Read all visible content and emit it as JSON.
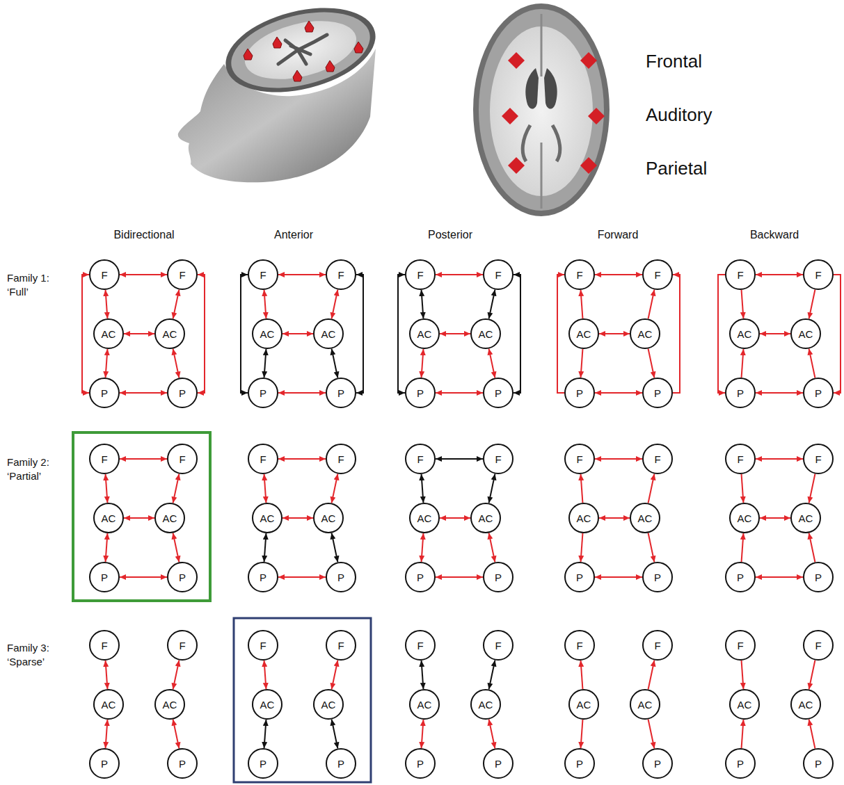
{
  "diagram": {
    "nodes": [
      {
        "text": [
          "F"
        ]
      },
      {
        "text": [
          "F"
        ]
      },
      {
        "text": [
          "AC"
        ]
      },
      {
        "text": [
          "AC"
        ]
      },
      {
        "text": [
          "P"
        ]
      },
      {
        "text": [
          "P"
        ]
      },
      {
        "text": [
          "F"
        ]
      },
      {
        "text": [
          "F"
        ]
      },
      {
        "text": [
          "AC"
        ]
      },
      {
        "text": [
          "AC"
        ]
      },
      {
        "text": [
          "P"
        ]
      },
      {
        "text": [
          "P"
        ]
      },
      {
        "text": [
          "F"
        ]
      },
      {
        "text": [
          "F"
        ]
      },
      {
        "text": [
          "AC"
        ]
      },
      {
        "text": [
          "AC"
        ]
      },
      {
        "text": [
          "P"
        ]
      },
      {
        "text": [
          "P"
        ]
      },
      {
        "text": [
          "F"
        ]
      },
      {
        "text": [
          "F"
        ]
      },
      {
        "text": [
          "AC"
        ]
      },
      {
        "text": [
          "AC"
        ]
      },
      {
        "text": [
          "P"
        ]
      },
      {
        "text": [
          "P"
        ]
      },
      {
        "text": [
          "F"
        ]
      },
      {
        "text": [
          "F"
        ]
      },
      {
        "text": [
          "AC"
        ]
      },
      {
        "text": [
          "AC"
        ]
      },
      {
        "text": [
          "P"
        ]
      },
      {
        "text": [
          "P"
        ]
      },
      {
        "text": [
          "F"
        ]
      },
      {
        "text": [
          "F"
        ]
      },
      {
        "text": [
          "AC"
        ]
      },
      {
        "text": [
          "AC"
        ]
      },
      {
        "text": [
          "P"
        ]
      },
      {
        "text": [
          "P"
        ]
      },
      {
        "text": [
          "F"
        ]
      },
      {
        "text": [
          "F"
        ]
      },
      {
        "text": [
          "AC"
        ]
      },
      {
        "text": [
          "AC"
        ]
      },
      {
        "text": [
          "P"
        ]
      },
      {
        "text": [
          "P"
        ]
      },
      {
        "text": [
          "F"
        ]
      },
      {
        "text": [
          "F"
        ]
      },
      {
        "text": [
          "AC"
        ]
      },
      {
        "text": [
          "AC"
        ]
      },
      {
        "text": [
          "P"
        ]
      },
      {
        "text": [
          "P"
        ]
      },
      {
        "text": [
          "F"
        ]
      },
      {
        "text": [
          "F"
        ]
      },
      {
        "text": [
          "AC"
        ]
      },
      {
        "text": [
          "AC"
        ]
      },
      {
        "text": [
          "P"
        ]
      },
      {
        "text": [
          "P"
        ]
      },
      {
        "text": [
          "F"
        ]
      },
      {
        "text": [
          "F"
        ]
      },
      {
        "text": [
          "AC"
        ]
      },
      {
        "text": [
          "AC"
        ]
      },
      {
        "text": [
          "P"
        ]
      },
      {
        "text": [
          "P"
        ]
      },
      {
        "text": [
          "F"
        ]
      },
      {
        "text": [
          "F"
        ]
      },
      {
        "text": [
          "AC"
        ]
      },
      {
        "text": [
          "AC"
        ]
      },
      {
        "text": [
          "P"
        ]
      },
      {
        "text": [
          "P"
        ]
      },
      {
        "text": [
          "F"
        ]
      },
      {
        "text": [
          "F"
        ]
      },
      {
        "text": [
          "AC"
        ]
      },
      {
        "text": [
          "AC"
        ]
      },
      {
        "text": [
          "P"
        ]
      },
      {
        "text": [
          "P"
        ]
      },
      {
        "text": [
          "F"
        ]
      },
      {
        "text": [
          "F"
        ]
      },
      {
        "text": [
          "AC"
        ]
      },
      {
        "text": [
          "AC"
        ]
      },
      {
        "text": [
          "P"
        ]
      },
      {
        "text": [
          "P"
        ]
      },
      {
        "text": [
          "F"
        ]
      },
      {
        "text": [
          "F"
        ]
      },
      {
        "text": [
          "AC"
        ]
      },
      {
        "text": [
          "AC"
        ]
      },
      {
        "text": [
          "P"
        ]
      },
      {
        "text": [
          "P"
        ]
      },
      {
        "text": [
          "F"
        ]
      },
      {
        "text": [
          "F"
        ]
      },
      {
        "text": [
          "AC"
        ]
      },
      {
        "text": [
          "AC"
        ]
      },
      {
        "text": [
          "P"
        ]
      },
      {
        "text": [
          "P"
        ]
      }
    ],
    "edges": [
      {
        "from": 0,
        "to": 1,
        "arrow": "both"
      },
      {
        "from": 0,
        "to": 2,
        "arrow": "both"
      },
      {
        "from": 1,
        "to": 3,
        "arrow": "both"
      },
      {
        "from": 2,
        "to": 3,
        "arrow": "both"
      },
      {
        "from": 2,
        "to": 4,
        "arrow": "both"
      },
      {
        "from": 3,
        "to": 5,
        "arrow": "both"
      },
      {
        "from": 4,
        "to": 5,
        "arrow": "both"
      },
      {
        "from": 0,
        "to": 4,
        "arrow": "both"
      },
      {
        "from": 1,
        "to": 5,
        "arrow": "both"
      },
      {
        "from": 6,
        "to": 7,
        "arrow": "both"
      },
      {
        "from": 6,
        "to": 8,
        "arrow": "both"
      },
      {
        "from": 7,
        "to": 9,
        "arrow": "both"
      },
      {
        "from": 8,
        "to": 9,
        "arrow": "both"
      },
      {
        "from": 8,
        "to": 10,
        "arrow": "both"
      },
      {
        "from": 9,
        "to": 11,
        "arrow": "both"
      },
      {
        "from": 10,
        "to": 11,
        "arrow": "both"
      },
      {
        "from": 6,
        "to": 10,
        "arrow": "both"
      },
      {
        "from": 7,
        "to": 11,
        "arrow": "both"
      },
      {
        "from": 12,
        "to": 13,
        "arrow": "both"
      },
      {
        "from": 12,
        "to": 14,
        "arrow": "both"
      },
      {
        "from": 13,
        "to": 15,
        "arrow": "both"
      },
      {
        "from": 14,
        "to": 15,
        "arrow": "both"
      },
      {
        "from": 14,
        "to": 16,
        "arrow": "both"
      },
      {
        "from": 15,
        "to": 17,
        "arrow": "both"
      },
      {
        "from": 16,
        "to": 17,
        "arrow": "both"
      },
      {
        "from": 12,
        "to": 16,
        "arrow": "both"
      },
      {
        "from": 13,
        "to": 17,
        "arrow": "both"
      },
      {
        "from": 18,
        "to": 19,
        "arrow": "both"
      },
      {
        "from": 20,
        "to": 18,
        "arrow": "to"
      },
      {
        "from": 21,
        "to": 19,
        "arrow": "to"
      },
      {
        "from": 20,
        "to": 21,
        "arrow": "both"
      },
      {
        "from": 20,
        "to": 22,
        "arrow": "to"
      },
      {
        "from": 21,
        "to": 23,
        "arrow": "to"
      },
      {
        "from": 22,
        "to": 23,
        "arrow": "both"
      },
      {
        "from": 22,
        "to": 18,
        "arrow": "to"
      },
      {
        "from": 23,
        "to": 19,
        "arrow": "to"
      },
      {
        "from": 24,
        "to": 25,
        "arrow": "both"
      },
      {
        "from": 24,
        "to": 26,
        "arrow": "to"
      },
      {
        "from": 25,
        "to": 27,
        "arrow": "to"
      },
      {
        "from": 26,
        "to": 27,
        "arrow": "both"
      },
      {
        "from": 28,
        "to": 26,
        "arrow": "to"
      },
      {
        "from": 29,
        "to": 27,
        "arrow": "to"
      },
      {
        "from": 28,
        "to": 29,
        "arrow": "both"
      },
      {
        "from": 24,
        "to": 28,
        "arrow": "to"
      },
      {
        "from": 25,
        "to": 29,
        "arrow": "to"
      },
      {
        "from": 30,
        "to": 31,
        "arrow": "both"
      },
      {
        "from": 30,
        "to": 32,
        "arrow": "both"
      },
      {
        "from": 31,
        "to": 33,
        "arrow": "both"
      },
      {
        "from": 32,
        "to": 33,
        "arrow": "both"
      },
      {
        "from": 32,
        "to": 34,
        "arrow": "both"
      },
      {
        "from": 33,
        "to": 35,
        "arrow": "both"
      },
      {
        "from": 34,
        "to": 35,
        "arrow": "both"
      },
      {
        "from": 36,
        "to": 37,
        "arrow": "both"
      },
      {
        "from": 36,
        "to": 38,
        "arrow": "both"
      },
      {
        "from": 37,
        "to": 39,
        "arrow": "both"
      },
      {
        "from": 38,
        "to": 39,
        "arrow": "both"
      },
      {
        "from": 38,
        "to": 40,
        "arrow": "both"
      },
      {
        "from": 39,
        "to": 41,
        "arrow": "both"
      },
      {
        "from": 40,
        "to": 41,
        "arrow": "both"
      },
      {
        "from": 42,
        "to": 43,
        "arrow": "both"
      },
      {
        "from": 42,
        "to": 44,
        "arrow": "both"
      },
      {
        "from": 43,
        "to": 45,
        "arrow": "both"
      },
      {
        "from": 44,
        "to": 45,
        "arrow": "both"
      },
      {
        "from": 44,
        "to": 46,
        "arrow": "both"
      },
      {
        "from": 45,
        "to": 47,
        "arrow": "both"
      },
      {
        "from": 46,
        "to": 47,
        "arrow": "both"
      },
      {
        "from": 48,
        "to": 49,
        "arrow": "both"
      },
      {
        "from": 50,
        "to": 48,
        "arrow": "to"
      },
      {
        "from": 51,
        "to": 49,
        "arrow": "to"
      },
      {
        "from": 50,
        "to": 51,
        "arrow": "both"
      },
      {
        "from": 50,
        "to": 52,
        "arrow": "to"
      },
      {
        "from": 51,
        "to": 53,
        "arrow": "to"
      },
      {
        "from": 52,
        "to": 53,
        "arrow": "both"
      },
      {
        "from": 54,
        "to": 55,
        "arrow": "both"
      },
      {
        "from": 54,
        "to": 56,
        "arrow": "to"
      },
      {
        "from": 55,
        "to": 57,
        "arrow": "to"
      },
      {
        "from": 56,
        "to": 57,
        "arrow": "both"
      },
      {
        "from": 58,
        "to": 56,
        "arrow": "to"
      },
      {
        "from": 59,
        "to": 57,
        "arrow": "to"
      },
      {
        "from": 58,
        "to": 59,
        "arrow": "both"
      },
      {
        "from": 60,
        "to": 62,
        "arrow": "both"
      },
      {
        "from": 61,
        "to": 63,
        "arrow": "both"
      },
      {
        "from": 62,
        "to": 64,
        "arrow": "both"
      },
      {
        "from": 63,
        "to": 65,
        "arrow": "both"
      },
      {
        "from": 66,
        "to": 68,
        "arrow": "both"
      },
      {
        "from": 67,
        "to": 69,
        "arrow": "both"
      },
      {
        "from": 68,
        "to": 70,
        "arrow": "both"
      },
      {
        "from": 69,
        "to": 71,
        "arrow": "both"
      },
      {
        "from": 72,
        "to": 74,
        "arrow": "both"
      },
      {
        "from": 73,
        "to": 75,
        "arrow": "both"
      },
      {
        "from": 74,
        "to": 76,
        "arrow": "both"
      },
      {
        "from": 75,
        "to": 77,
        "arrow": "both"
      },
      {
        "from": 80,
        "to": 78,
        "arrow": "to"
      },
      {
        "from": 81,
        "to": 79,
        "arrow": "to"
      },
      {
        "from": 80,
        "to": 82,
        "arrow": "to"
      },
      {
        "from": 81,
        "to": 83,
        "arrow": "to"
      },
      {
        "from": 84,
        "to": 86,
        "arrow": "to"
      },
      {
        "from": 85,
        "to": 87,
        "arrow": "to"
      },
      {
        "from": 88,
        "to": 86,
        "arrow": "to"
      },
      {
        "from": 89,
        "to": 87,
        "arrow": "to"
      }
    ],
    "labels": [
      "Frontal",
      "Auditory",
      "Parietal",
      "Bidirectional",
      "Anterior",
      "Posterior",
      "Forward",
      "Backward",
      "Family 1: ‘Full’",
      "Family 2: ‘Partial’",
      "Family 3: ‘Sparse’"
    ]
  }
}
